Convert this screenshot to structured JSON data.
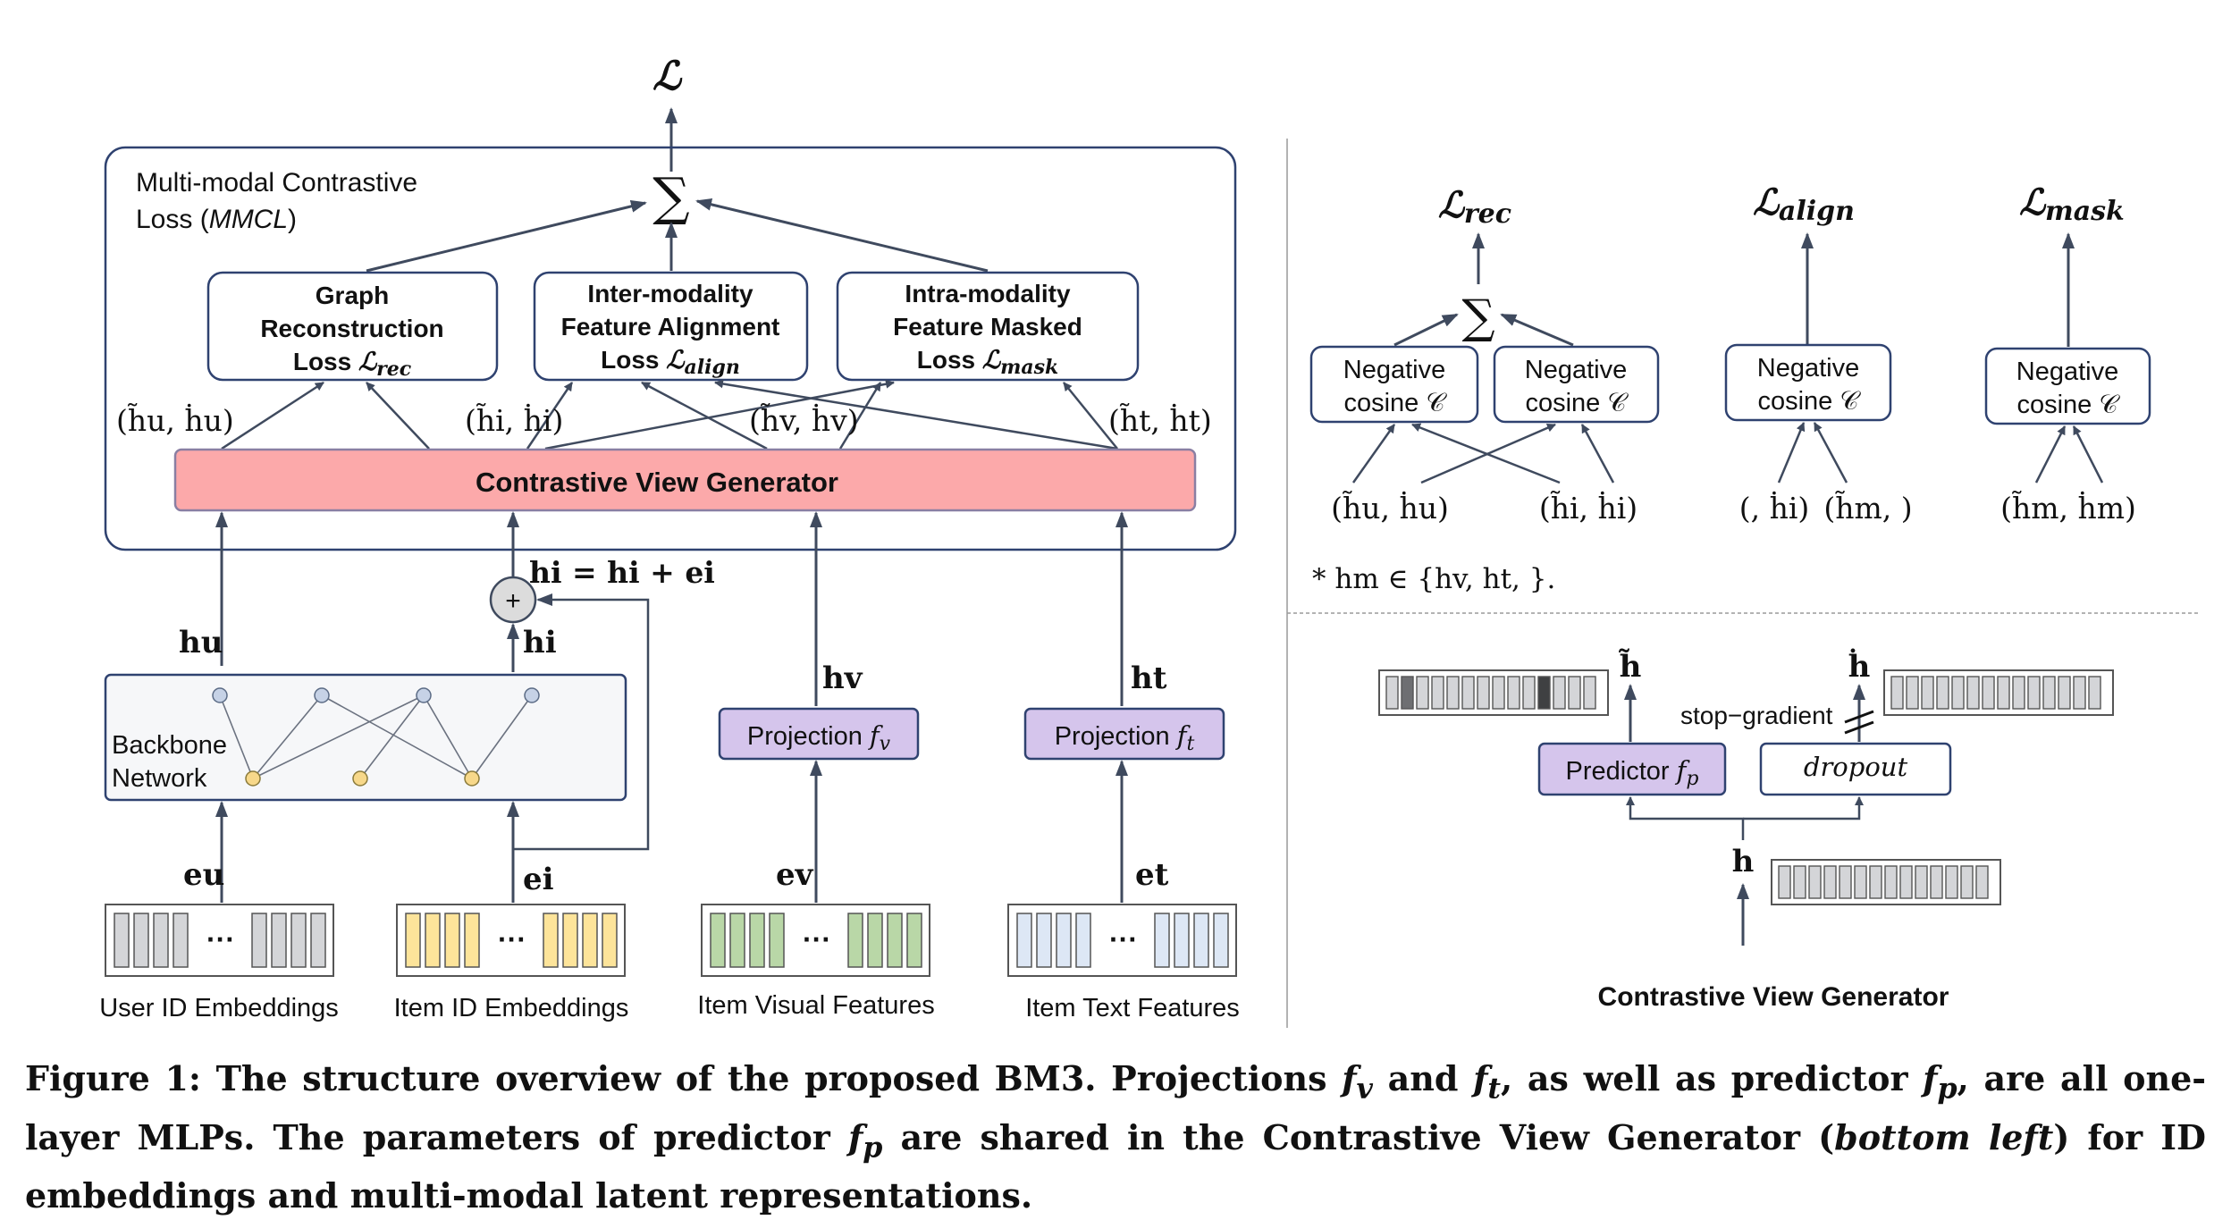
{
  "colors": {
    "line": "#3f4a5e",
    "box_border": "#2f4270",
    "cvg_fill": "#fca9aa",
    "cvg_border": "#8a7fa3",
    "proj_fill": "#d5c5ec",
    "emb_gray": "#d4d5d8",
    "emb_yellow": "#fde49a",
    "emb_green": "#b9d7a7",
    "emb_blue": "#dde7f5",
    "node_blue": "#c6d2e6",
    "node_yellow": "#f7d88a"
  },
  "top_loss": "ℒ",
  "sum_symbol": "∑",
  "mmcl": {
    "line1": "Multi-modal Contrastive",
    "line2_prefix": "Loss (",
    "line2_italic": "MMCL",
    "line2_suffix": ")"
  },
  "losses": {
    "graph": {
      "line1": "Graph",
      "line2": "Reconstruction",
      "line3_prefix": "Loss ",
      "line3_sym": "ℒ",
      "line3_sub": "rec"
    },
    "inter": {
      "line1": "Inter-modality",
      "line2": "Feature Alignment",
      "line3_prefix": "Loss ",
      "line3_sym": "ℒ",
      "line3_sub": "align"
    },
    "intra": {
      "line1": "Intra-modality",
      "line2": "Feature Masked",
      "line3_prefix": "Loss ",
      "line3_sym": "ℒ",
      "line3_sub": "mask"
    }
  },
  "pairs": {
    "u": "(h̃u, ḣu)",
    "i": "(h̃i, ḣi)",
    "v": "(h̃v, ḣv)",
    "t": "(h̃t, ḣt)"
  },
  "cvg_label": "Contrastive View Generator",
  "hi_eq": "hi = hi + ei",
  "plus": "+",
  "h_u": "hu",
  "h_i": "hi",
  "h_v": "hv",
  "h_t": "ht",
  "backbone": {
    "line1": "Backbone",
    "line2": "Network"
  },
  "proj_v": {
    "label": "Projection",
    "sym": "f",
    "sub": "v"
  },
  "proj_t": {
    "label": "Projection",
    "sym": "f",
    "sub": "t"
  },
  "e_u": "eu",
  "e_i": "ei",
  "e_v": "ev",
  "e_t": "et",
  "ellipsis": "···",
  "inputs": {
    "user": "User ID Embeddings",
    "item": "Item ID Embeddings",
    "visual": "Item Visual Features",
    "text": "Item Text Features"
  },
  "right_top": {
    "l_rec": {
      "sym": "ℒ",
      "sub": "rec"
    },
    "l_align": {
      "sym": "ℒ",
      "sub": "align"
    },
    "l_mask": {
      "sym": "ℒ",
      "sub": "mask"
    },
    "neg_line1": "Negative",
    "neg_line2": "cosine 𝒞",
    "pairs_rec_left": "(h̃u, ḣu)",
    "pairs_rec_right": "(h̃i, ḣi)",
    "pairs_align_left": "(, ḣi)",
    "pairs_align_right": "(h̃m, )",
    "pairs_mask": "(h̃m, ḣm)",
    "footnote": "* hm ∈ {hv, ht, }."
  },
  "right_bottom": {
    "h_tilde": "h̃",
    "h_dot": "ḣ",
    "stop_gradient": "stop−gradient",
    "predictor": {
      "label": "Predictor",
      "sym": "f",
      "sub": "p"
    },
    "dropout": "dropout",
    "h": "h",
    "title": "Contrastive View Generator"
  },
  "caption": {
    "p1": "Figure 1: The structure overview of the proposed BM3. Projections ",
    "fv": "f",
    "fv_sub": "v",
    "p2": " and ",
    "ft": "f",
    "ft_sub": "t",
    "p3": ", as well as predictor ",
    "fp": "f",
    "fp_sub": "p",
    "p4": ", are all one-layer MLPs. The parameters of predictor ",
    "fp2": "f",
    "fp2_sub": "p",
    "p5": " are shared in the Contrastive View Generator (",
    "bl": "bottom left",
    "p6": ") for ID embeddings and multi-modal latent representations."
  }
}
